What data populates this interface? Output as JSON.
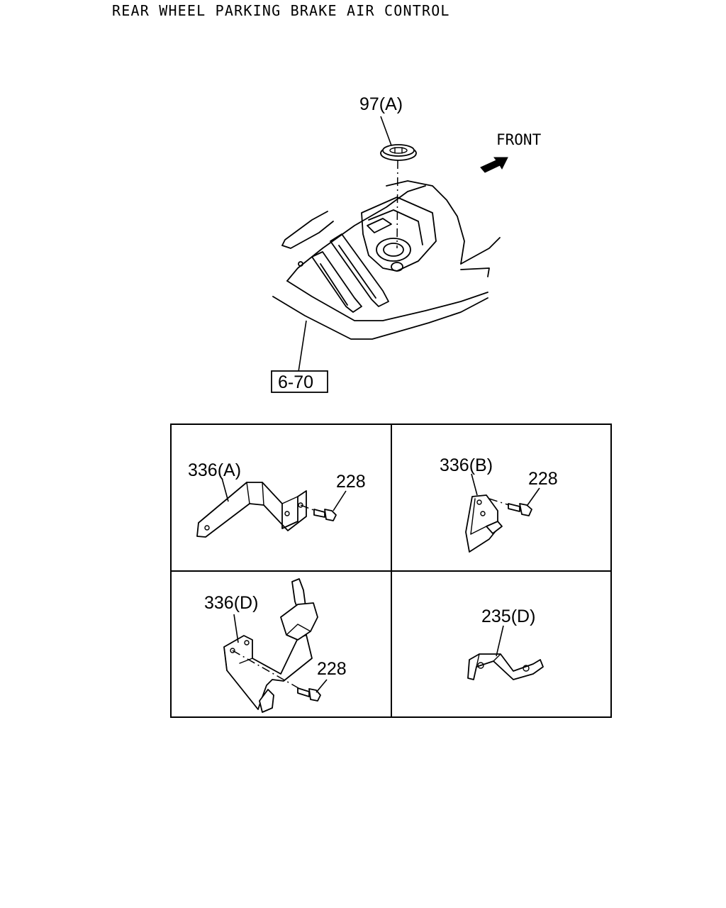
{
  "title": "REAR WHEEL PARKING BRAKE AIR CONTROL",
  "direction_label": "FRONT",
  "colors": {
    "line": "#000000",
    "background": "#ffffff"
  },
  "callouts": {
    "grommet": "97(A)",
    "floor_ref": "6-70",
    "bracket_a": "336(A)",
    "bolt_a": "228",
    "bracket_b": "336(B)",
    "bolt_b": "228",
    "bracket_d": "336(D)",
    "bolt_d": "228",
    "bracket_235d": "235(D)"
  }
}
